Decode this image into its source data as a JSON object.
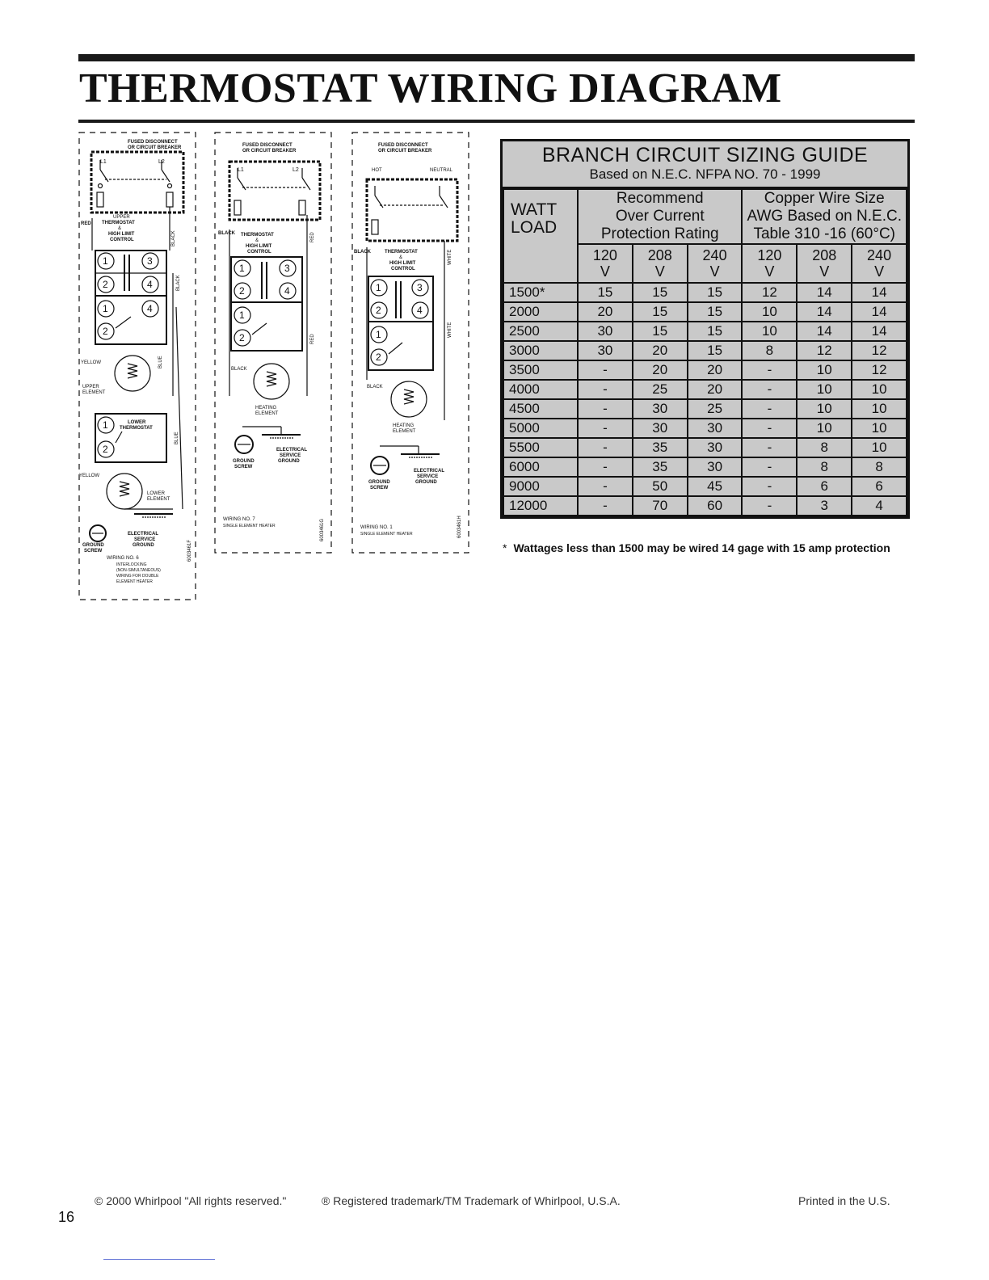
{
  "page": {
    "title": "THERMOSTAT WIRING DIAGRAM",
    "page_number": "16"
  },
  "diagrams": [
    {
      "disconnect": "FUSED DISCONNECT",
      "disconnect2": "OR CIRCUIT BREAKER",
      "line1": "L1",
      "line2": "L2",
      "wire_red": "RED",
      "wire_black": "BLACK",
      "wire_yellow": "YELLOW",
      "wire_blue": "BLUE",
      "upper_thermostat": "UPPER",
      "upper_thermostat2": "THERMOSTAT",
      "amp": "&",
      "high_limit": "HIGH LIMIT",
      "control": "CONTROL",
      "upper_element": "UPPER",
      "upper_element2": "ELEMENT",
      "lower_thermostat": "LOWER",
      "lower_thermostat2": "THERMOSTAT",
      "lower_element": "LOWER",
      "lower_element2": "ELEMENT",
      "electrical": "ELECTRICAL",
      "service": "SERVICE",
      "ground": "GROUND",
      "ground_screw": "GROUND",
      "screw": "SCREW",
      "wiring_no": "WIRING NO. 6",
      "caption1": "INTERLOCKING",
      "caption2": "(NON-SIMULTANEOUS)",
      "caption3": "WIRING FOR DOUBLE",
      "caption4": "ELEMENT HEATER",
      "part_no": "6003461F"
    },
    {
      "disconnect": "FUSED DISCONNECT",
      "disconnect2": "OR CIRCUIT BREAKER",
      "line1": "L1",
      "line2": "L2",
      "wire_black": "BLACK",
      "wire_red": "RED",
      "thermostat": "THERMOSTAT",
      "amp": "&",
      "high_limit": "HIGH LIMIT",
      "control": "CONTROL",
      "heating": "HEATING",
      "element": "ELEMENT",
      "electrical": "ELECTRICAL",
      "service": "SERVICE",
      "ground": "GROUND",
      "ground_screw": "GROUND",
      "screw": "SCREW",
      "wiring_no": "WIRING NO. 7",
      "caption1": "SINGLE ELEMENT HEATER",
      "part_no": "6003461G"
    },
    {
      "disconnect": "FUSED DISCONNECT",
      "disconnect2": "OR CIRCUIT BREAKER",
      "hot": "HOT",
      "neutral": "NEUTRAL",
      "wire_black": "BLACK",
      "wire_white": "WHITE",
      "thermostat": "THERMOSTAT",
      "amp": "&",
      "high_limit": "HIGH LIMIT",
      "control": "CONTROL",
      "heating": "HEATING",
      "element": "ELEMENT",
      "electrical": "ELECTRICAL",
      "service": "SERVICE",
      "ground": "GROUND",
      "ground_screw": "GROUND",
      "screw": "SCREW",
      "wiring_no": "WIRING NO. 1",
      "caption1": "SINGLE ELEMENT HEATER",
      "part_no": "6003461H"
    }
  ],
  "guide": {
    "title": "BRANCH CIRCUIT SIZING GUIDE",
    "subtitle": "Based on N.E.C. NFPA NO. 70 - 1999",
    "watt": "WATT",
    "load": "LOAD",
    "protection_header": [
      "Recommend",
      "Over Current",
      "Protection Rating"
    ],
    "wire_header": [
      "Copper Wire Size",
      "AWG Based on N.E.C.",
      "Table 310 -16 (60°C)"
    ],
    "voltages": [
      "120",
      "208",
      "240",
      "120",
      "208",
      "240"
    ],
    "volt_unit": "V",
    "rows": [
      [
        "1500*",
        "15",
        "15",
        "15",
        "12",
        "14",
        "14"
      ],
      [
        "2000",
        "20",
        "15",
        "15",
        "10",
        "14",
        "14"
      ],
      [
        "2500",
        "30",
        "15",
        "15",
        "10",
        "14",
        "14"
      ],
      [
        "3000",
        "30",
        "20",
        "15",
        "8",
        "12",
        "12"
      ],
      [
        "3500",
        "-",
        "20",
        "20",
        "-",
        "10",
        "12"
      ],
      [
        "4000",
        "-",
        "25",
        "20",
        "-",
        "10",
        "10"
      ],
      [
        "4500",
        "-",
        "30",
        "25",
        "-",
        "10",
        "10"
      ],
      [
        "5000",
        "-",
        "30",
        "30",
        "-",
        "10",
        "10"
      ],
      [
        "5500",
        "-",
        "35",
        "30",
        "-",
        "8",
        "10"
      ],
      [
        "6000",
        "-",
        "35",
        "30",
        "-",
        "8",
        "8"
      ],
      [
        "9000",
        "-",
        "50",
        "45",
        "-",
        "6",
        "6"
      ],
      [
        "12000",
        "-",
        "70",
        "60",
        "-",
        "3",
        "4"
      ]
    ]
  },
  "footnote": {
    "star": "*",
    "text": "Wattages less than 1500 may be wired 14 gage with 15 amp protection"
  },
  "footer": {
    "copyright": "© 2000 Whirlpool \"All rights reserved.\"",
    "trademark": "® Registered trademark/TM Trademark of Whirlpool, U.S.A.",
    "printed": "Printed in the U.S."
  }
}
